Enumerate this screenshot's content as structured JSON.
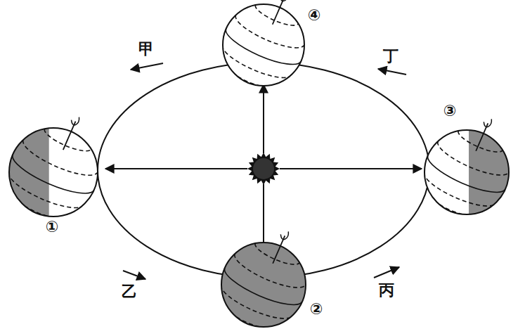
{
  "diagram": {
    "labels": [
      "甲",
      "④",
      "丁",
      "①",
      "③",
      "乙",
      "②",
      "丙"
    ]
  }
}
